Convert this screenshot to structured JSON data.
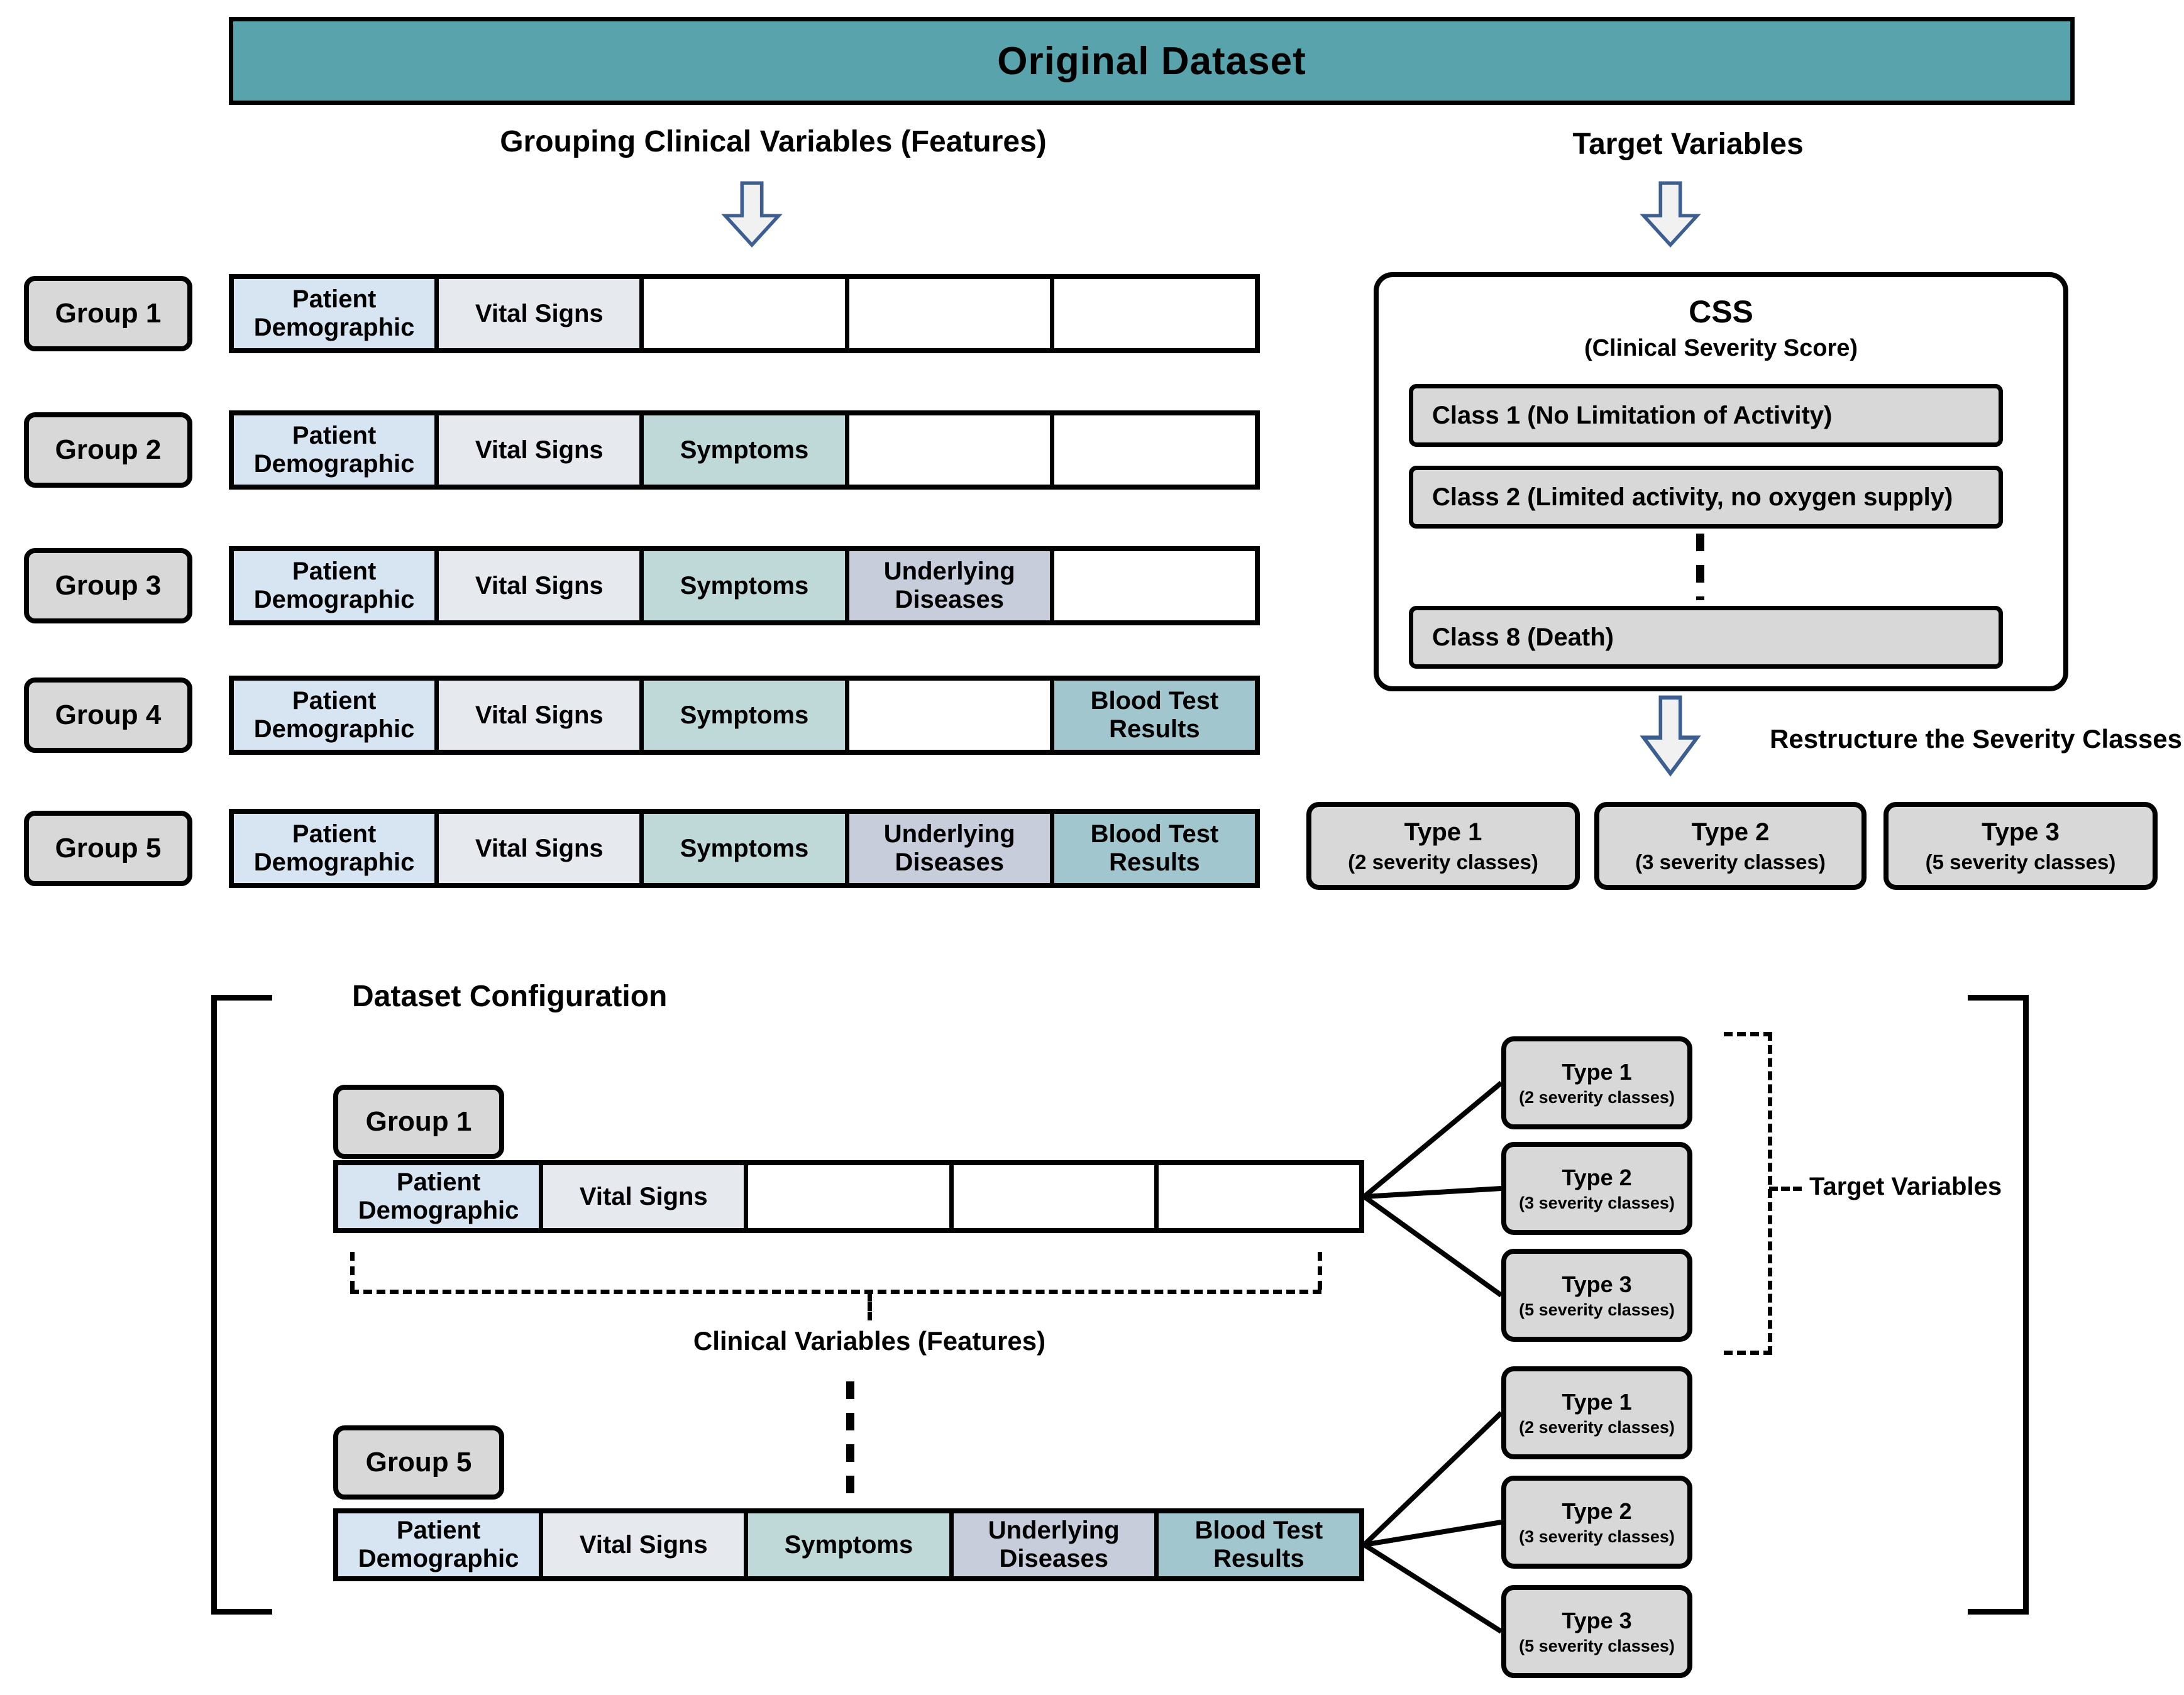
{
  "header": {
    "title": "Original Dataset"
  },
  "left_section": {
    "heading": "Grouping Clinical Variables (Features)",
    "groups": [
      {
        "label": "Group 1",
        "cells": [
          "Patient Demographic",
          "Vital Signs",
          "",
          "",
          ""
        ]
      },
      {
        "label": "Group 2",
        "cells": [
          "Patient Demographic",
          "Vital Signs",
          "Symptoms",
          "",
          ""
        ]
      },
      {
        "label": "Group 3",
        "cells": [
          "Patient Demographic",
          "Vital Signs",
          "Symptoms",
          "Underlying Diseases",
          ""
        ]
      },
      {
        "label": "Group 4",
        "cells": [
          "Patient Demographic",
          "Vital Signs",
          "Symptoms",
          "",
          "Blood Test Results"
        ]
      },
      {
        "label": "Group 5",
        "cells": [
          "Patient Demographic",
          "Vital Signs",
          "Symptoms",
          "Underlying Diseases",
          "Blood Test Results"
        ]
      }
    ]
  },
  "right_section": {
    "heading": "Target Variables",
    "css_box": {
      "title": "CSS",
      "subtitle": "(Clinical Severity Score)",
      "classes": [
        "Class 1 (No Limitation of Activity)",
        "Class 2 (Limited activity, no oxygen supply)",
        "Class 8 (Death)"
      ]
    },
    "restructure_label": "Restructure the Severity Classes",
    "types": [
      {
        "title": "Type 1",
        "subtitle": "(2 severity classes)"
      },
      {
        "title": "Type 2",
        "subtitle": "(3 severity classes)"
      },
      {
        "title": "Type 3",
        "subtitle": "(5 severity classes)"
      }
    ]
  },
  "bottom_section": {
    "heading": "Dataset Configuration",
    "clinical_variables_label": "Clinical Variables (Features)",
    "target_variables_label": "Target Variables",
    "examples": [
      {
        "label": "Group 1",
        "cells": [
          "Patient Demographic",
          "Vital Signs",
          "",
          "",
          ""
        ]
      },
      {
        "label": "Group 5",
        "cells": [
          "Patient Demographic",
          "Vital Signs",
          "Symptoms",
          "Underlying Diseases",
          "Blood Test Results"
        ]
      }
    ]
  },
  "colors": {
    "header_bg": "#59A3AC",
    "cell_patient_demographic": "#D7E4F2",
    "cell_vital_signs": "#E6EAEE",
    "cell_symptoms": "#BFD8D8",
    "cell_underlying_diseases": "#C7CDDB",
    "cell_blood_test_results": "#A1C6CE",
    "cell_empty": "#FFFFFF",
    "box_gray": "#D8D8D8",
    "arrow_fill": "#F1F1F1",
    "arrow_stroke": "#3C5E91",
    "line_black": "#000000"
  }
}
